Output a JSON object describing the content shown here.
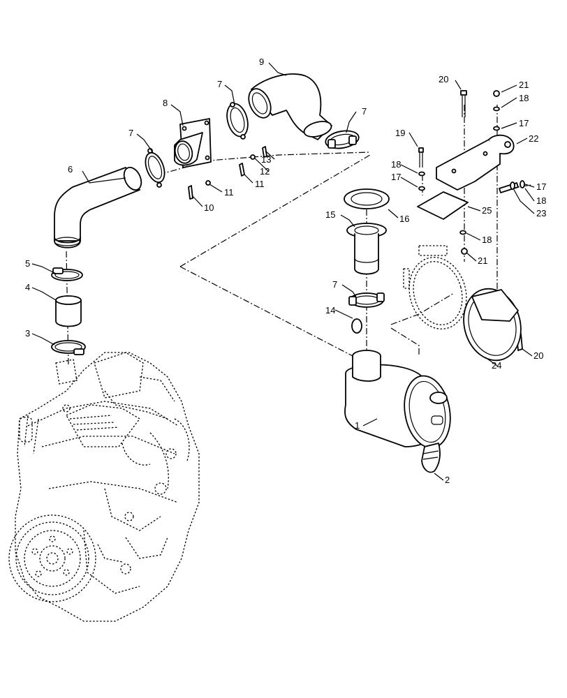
{
  "callouts": {
    "c1": "1",
    "c2": "2",
    "c3": "3",
    "c4": "4",
    "c5": "5",
    "c6": "6",
    "c7a": "7",
    "c7b": "7",
    "c7c": "7",
    "c7d": "7",
    "c8": "8",
    "c9": "9",
    "c10": "10",
    "c11a": "11",
    "c11b": "11",
    "c12": "12",
    "c13": "13",
    "c14": "14",
    "c15": "15",
    "c16": "16",
    "c17a": "17",
    "c17b": "17",
    "c17c": "17",
    "c18a": "18",
    "c18b": "18",
    "c18c": "18",
    "c18d": "18",
    "c19": "19",
    "c20a": "20",
    "c20b": "20",
    "c21a": "21",
    "c21b": "21",
    "c22": "22",
    "c23": "23",
    "c24": "24",
    "c25": "25"
  }
}
